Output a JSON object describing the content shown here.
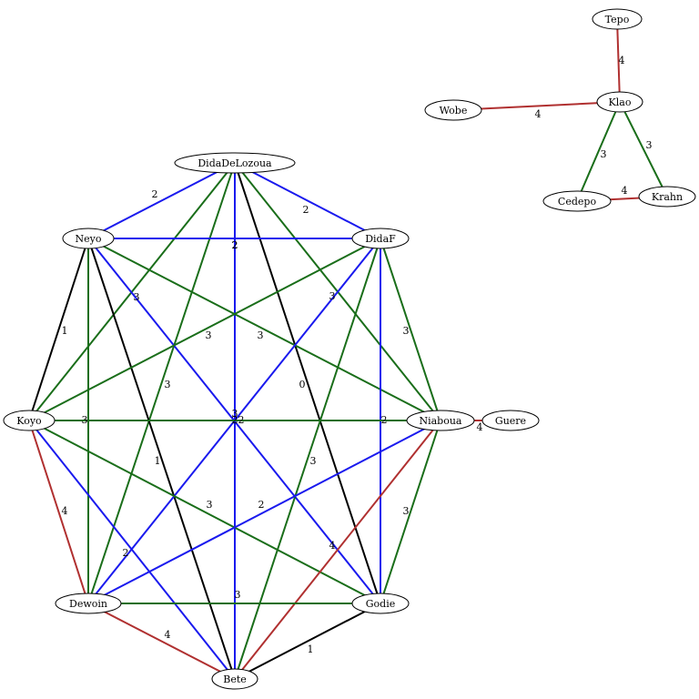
{
  "legend_colors": {
    "0": "#000000",
    "1": "#000000",
    "2": "#1a1aee",
    "3": "#1a6e1a",
    "4": "#b03030"
  },
  "nodes": [
    {
      "id": "DidaDeLozoua",
      "label": "DidaDeLozoua"
    },
    {
      "id": "Neyo",
      "label": "Neyo"
    },
    {
      "id": "DidaF",
      "label": "DidaF"
    },
    {
      "id": "Koyo",
      "label": "Koyo"
    },
    {
      "id": "Niaboua",
      "label": "Niaboua"
    },
    {
      "id": "Guere",
      "label": "Guere"
    },
    {
      "id": "Dewoin",
      "label": "Dewoin"
    },
    {
      "id": "Godie",
      "label": "Godie"
    },
    {
      "id": "Bete",
      "label": "Bete"
    },
    {
      "id": "Tepo",
      "label": "Tepo"
    },
    {
      "id": "Klao",
      "label": "Klao"
    },
    {
      "id": "Wobe",
      "label": "Wobe"
    },
    {
      "id": "Cedepo",
      "label": "Cedepo"
    },
    {
      "id": "Krahn",
      "label": "Krahn"
    }
  ],
  "edges": [
    {
      "source": "DidaDeLozoua",
      "target": "Neyo",
      "weight": "2"
    },
    {
      "source": "DidaDeLozoua",
      "target": "DidaF",
      "weight": "2"
    },
    {
      "source": "DidaDeLozoua",
      "target": "Koyo",
      "weight": "3"
    },
    {
      "source": "DidaDeLozoua",
      "target": "Niaboua",
      "weight": "3"
    },
    {
      "source": "DidaDeLozoua",
      "target": "Dewoin",
      "weight": "3"
    },
    {
      "source": "DidaDeLozoua",
      "target": "Godie",
      "weight": "0"
    },
    {
      "source": "DidaDeLozoua",
      "target": "Bete",
      "weight": "2"
    },
    {
      "source": "Neyo",
      "target": "DidaF",
      "weight": "2"
    },
    {
      "source": "Neyo",
      "target": "Koyo",
      "weight": "1"
    },
    {
      "source": "Neyo",
      "target": "Niaboua",
      "weight": "3"
    },
    {
      "source": "Neyo",
      "target": "Dewoin",
      "weight": "3"
    },
    {
      "source": "Neyo",
      "target": "Godie",
      "weight": "2"
    },
    {
      "source": "Neyo",
      "target": "Bete",
      "weight": "1"
    },
    {
      "source": "DidaF",
      "target": "Koyo",
      "weight": "3"
    },
    {
      "source": "DidaF",
      "target": "Niaboua",
      "weight": "3"
    },
    {
      "source": "DidaF",
      "target": "Dewoin",
      "weight": "2"
    },
    {
      "source": "DidaF",
      "target": "Godie",
      "weight": "2"
    },
    {
      "source": "DidaF",
      "target": "Bete",
      "weight": "3"
    },
    {
      "source": "Koyo",
      "target": "Niaboua",
      "weight": "3"
    },
    {
      "source": "Koyo",
      "target": "Dewoin",
      "weight": "4"
    },
    {
      "source": "Koyo",
      "target": "Godie",
      "weight": "3"
    },
    {
      "source": "Koyo",
      "target": "Bete",
      "weight": "2"
    },
    {
      "source": "Niaboua",
      "target": "Guere",
      "weight": "4"
    },
    {
      "source": "Niaboua",
      "target": "Dewoin",
      "weight": "2"
    },
    {
      "source": "Niaboua",
      "target": "Godie",
      "weight": "3"
    },
    {
      "source": "Niaboua",
      "target": "Bete",
      "weight": "4"
    },
    {
      "source": "Dewoin",
      "target": "Godie",
      "weight": "3"
    },
    {
      "source": "Dewoin",
      "target": "Bete",
      "weight": "4"
    },
    {
      "source": "Godie",
      "target": "Bete",
      "weight": "1"
    },
    {
      "source": "Tepo",
      "target": "Klao",
      "weight": "4"
    },
    {
      "source": "Wobe",
      "target": "Klao",
      "weight": "4"
    },
    {
      "source": "Klao",
      "target": "Cedepo",
      "weight": "3"
    },
    {
      "source": "Klao",
      "target": "Krahn",
      "weight": "3"
    },
    {
      "source": "Cedepo",
      "target": "Krahn",
      "weight": "4"
    }
  ]
}
